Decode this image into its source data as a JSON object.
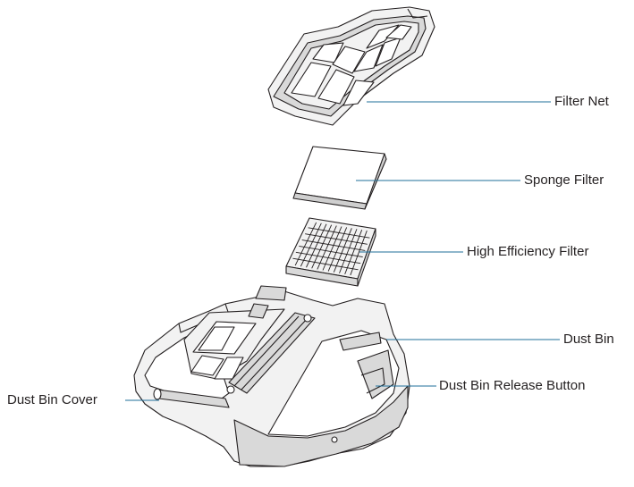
{
  "labels": {
    "filter_net": "Filter Net",
    "sponge_filter": "Sponge Filter",
    "high_efficiency_filter": "High Efficiency Filter",
    "dust_bin": "Dust Bin",
    "dust_bin_release_button": "Dust Bin Release Button",
    "dust_bin_cover": "Dust Bin Cover"
  },
  "colors": {
    "outline": "#231f20",
    "part_fill": "#f2f2f2",
    "shade": "#d9d9d9",
    "leader_line": "#1f6f9a"
  }
}
